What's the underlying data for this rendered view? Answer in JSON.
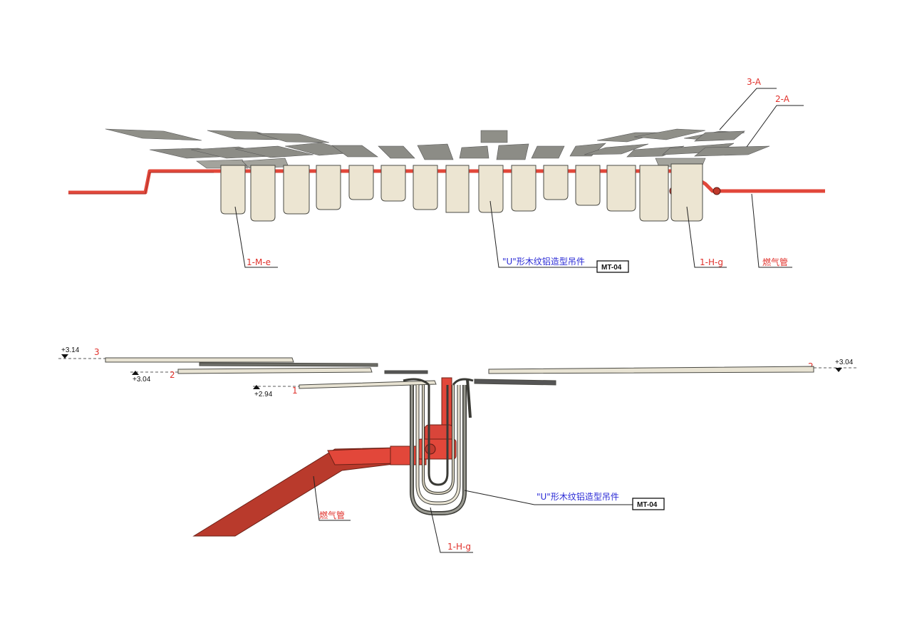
{
  "top_view": {
    "labels": {
      "panel_3a": "3-A",
      "panel_2a": "2-A",
      "hanger_left": "1-M-e",
      "hanger_right": "1-H-g",
      "gas_pipe": "燃气管",
      "u_hanger": "\"U\"形木纹铝造型吊件",
      "tag": "MT-04"
    }
  },
  "section_view": {
    "levels": {
      "left_top": "+3.14",
      "left_mid": "+3.04",
      "left_low": "+2.94",
      "right": "+3.04"
    },
    "layer_numbers": {
      "left_3": "3",
      "left_2": "2",
      "left_1": "1",
      "right_2": "2"
    },
    "labels": {
      "gas_pipe": "燃气管",
      "u_hanger": "\"U\"形木纹铝造型吊件",
      "tag": "MT-04",
      "hanger": "1-H-g"
    }
  },
  "colors": {
    "pipe": "#e2473a",
    "pipe_dark": "#a8322a",
    "panel": "#8c8c86",
    "panel_light": "#b5b5ae",
    "hanger_fill": "#ece5d2",
    "hanger_edge": "#4a4a44",
    "label_red": "#e0302a",
    "label_blue": "#2b2bd6"
  }
}
